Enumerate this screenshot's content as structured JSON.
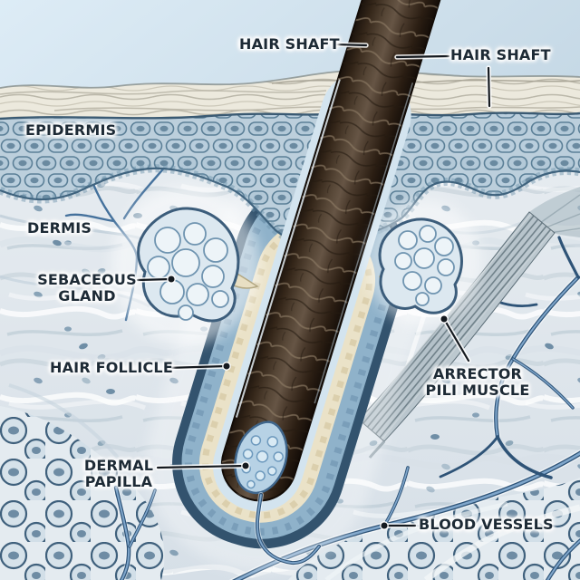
{
  "figure": {
    "type": "anatomical-illustration",
    "subject": "Cross-section of skin with hair follicle",
    "labels": {
      "hair_shaft_left": "HAIR SHAFT",
      "hair_shaft_right": "HAIR SHAFT",
      "epidermis": "EPIDERMIS",
      "dermis": "DERMIS",
      "sebaceous_gland_line1": "SEBACEOUS",
      "sebaceous_gland_line2": "GLAND",
      "hair_follicle": "HAIR FOLLICLE",
      "arrector_pili_line1": "ARRECTOR",
      "arrector_pili_line2": "PILI MUSCLE",
      "dermal_papilla_line1": "DERMAL",
      "dermal_papilla_line2": "PAPILLA",
      "blood_vessels": "BLOOD VESSELS"
    },
    "palette": {
      "label_text": "#1d2a35",
      "leader_line": "#14191f",
      "sky_background": "#d4e4f0",
      "stratum_corneum": "#ece9dd",
      "epidermis_cells": "#b9cedd",
      "dermis_ground": "#e2e9ee",
      "hair_shaft_brown": "#4e3e2f",
      "inner_root_sheath_cream": "#eae2c8",
      "outer_root_sheath_blue": "#8fb2ca",
      "dermal_papilla_blue": "#b7d2e5",
      "arrector_pili_gray": "#93a4af",
      "blood_vessel_blue": "#2e5377"
    }
  }
}
